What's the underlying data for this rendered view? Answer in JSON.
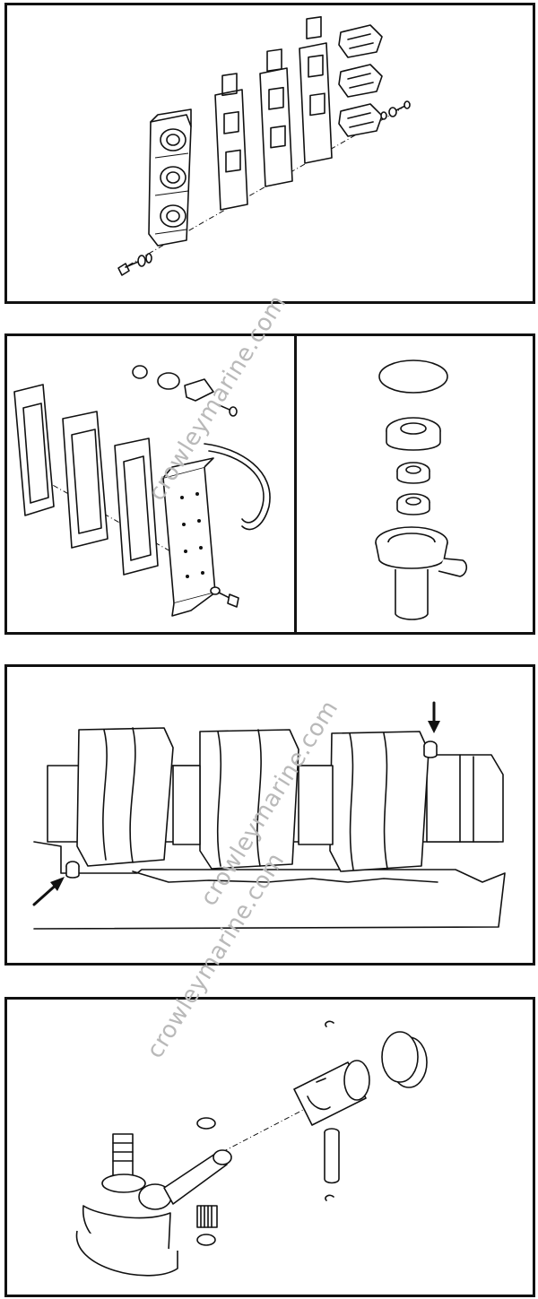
{
  "watermarks": [
    "crowleymarine.com",
    "crowleymarine.com",
    "crowleymarine.com"
  ],
  "figures": [
    {
      "name": "reed-valve-assembly-exploded-view"
    },
    {
      "name": "exhaust-cover-and-gaskets-exploded-view"
    },
    {
      "name": "lower-bearing-housing-and-seals"
    },
    {
      "name": "crankshaft-in-crankcase-with-dowel-pins"
    },
    {
      "name": "piston-and-connecting-rod-assembly"
    }
  ],
  "colors": {
    "ink": "#111111",
    "paper": "#ffffff",
    "watermark": "#b9b9b9"
  }
}
